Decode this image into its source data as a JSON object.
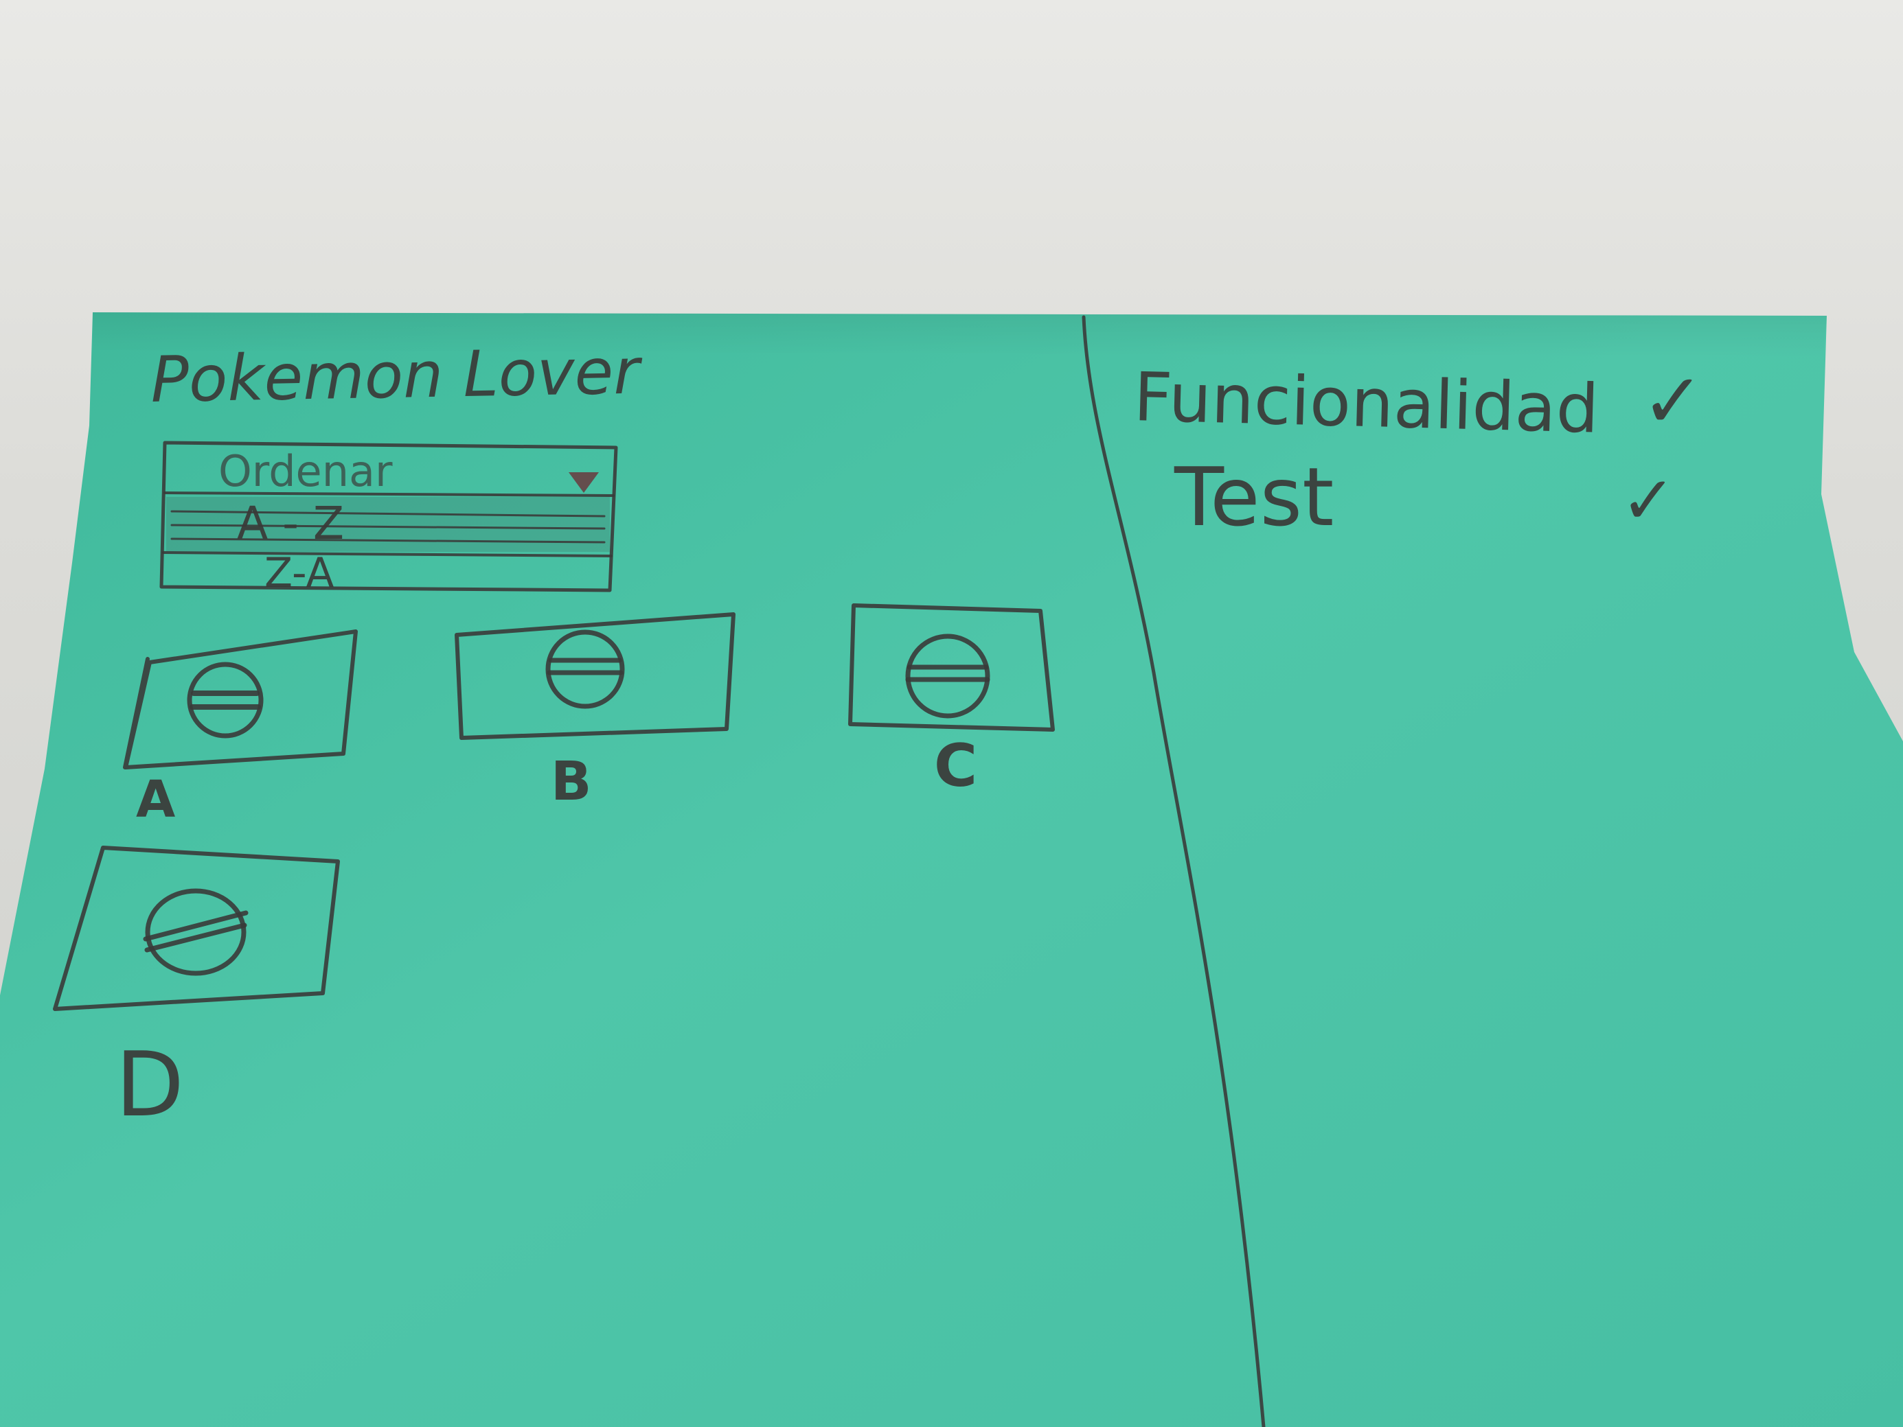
{
  "sketch": {
    "app_title": "Pokemon Lover",
    "sort_dropdown": {
      "label": "Ordenar",
      "options": [
        "A - Z",
        "Z-A"
      ],
      "highlighted_option": "A - Z"
    },
    "cards": [
      {
        "label": "A"
      },
      {
        "label": "B"
      },
      {
        "label": "C"
      },
      {
        "label": "D"
      }
    ],
    "checklist": [
      {
        "label": "Funcionalidad",
        "mark": "✓"
      },
      {
        "label": "Test",
        "mark": "✓"
      }
    ]
  },
  "colors": {
    "paper": "#4dc2a6",
    "paper_shadow": "#43b198",
    "pencil": "#3a3b3a",
    "background": "#dcdcd8"
  },
  "icons": {
    "dropdown_arrow": "caret-down-icon",
    "card_image": "pokeball-icon",
    "check": "checkmark-icon"
  }
}
